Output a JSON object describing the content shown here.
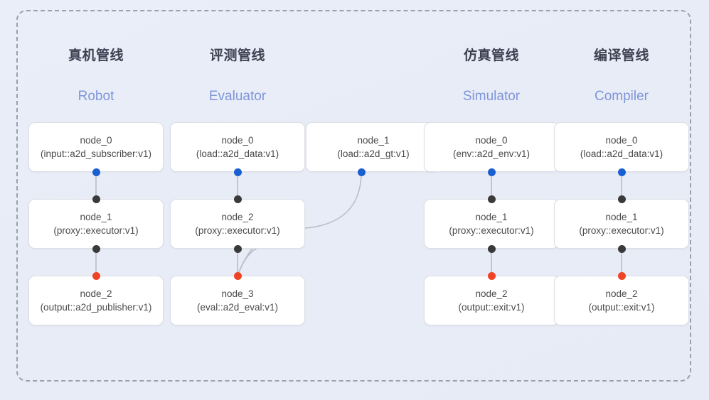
{
  "diagram": {
    "title": "pipeline-overview",
    "background_color": "#e8ecf6",
    "frame": {
      "style": "dashed",
      "color": "#9aa0ad"
    },
    "port_colors": {
      "output_blue": "#1a5fd0",
      "input_dark": "#3a3a3a",
      "output_dark": "#3a3a3a",
      "input_red": "#ef4326"
    },
    "title_color": "#3c4252",
    "subtitle_color": "#7e96da"
  },
  "columns": [
    {
      "key": "robot",
      "title_cn": "真机管线",
      "title_en": "Robot",
      "nodes": [
        {
          "name": "node_0",
          "type": "(input::a2d_subscriber:v1)"
        },
        {
          "name": "node_1",
          "type": "(proxy::executor:v1)"
        },
        {
          "name": "node_2",
          "type": "(output::a2d_publisher:v1)"
        }
      ]
    },
    {
      "key": "evaluator",
      "title_cn": "评测管线",
      "title_en": "Evaluator",
      "nodes": [
        {
          "name": "node_0",
          "type": "(load::a2d_data:v1)"
        },
        {
          "name": "node_2",
          "type": "(proxy::executor:v1)"
        },
        {
          "name": "node_3",
          "type": "(eval::a2d_eval:v1)"
        }
      ],
      "side_node": {
        "name": "node_1",
        "type": "(load::a2d_gt:v1)"
      }
    },
    {
      "key": "simulator",
      "title_cn": "仿真管线",
      "title_en": "Simulator",
      "nodes": [
        {
          "name": "node_0",
          "type": "(env::a2d_env:v1)"
        },
        {
          "name": "node_1",
          "type": "(proxy::executor:v1)"
        },
        {
          "name": "node_2",
          "type": "(output::exit:v1)"
        }
      ]
    },
    {
      "key": "compiler",
      "title_cn": "编译管线",
      "title_en": "Compiler",
      "nodes": [
        {
          "name": "node_0",
          "type": "(load::a2d_data:v1)"
        },
        {
          "name": "node_1",
          "type": "(proxy::executor:v1)"
        },
        {
          "name": "node_2",
          "type": "(output::exit:v1)"
        }
      ]
    }
  ]
}
